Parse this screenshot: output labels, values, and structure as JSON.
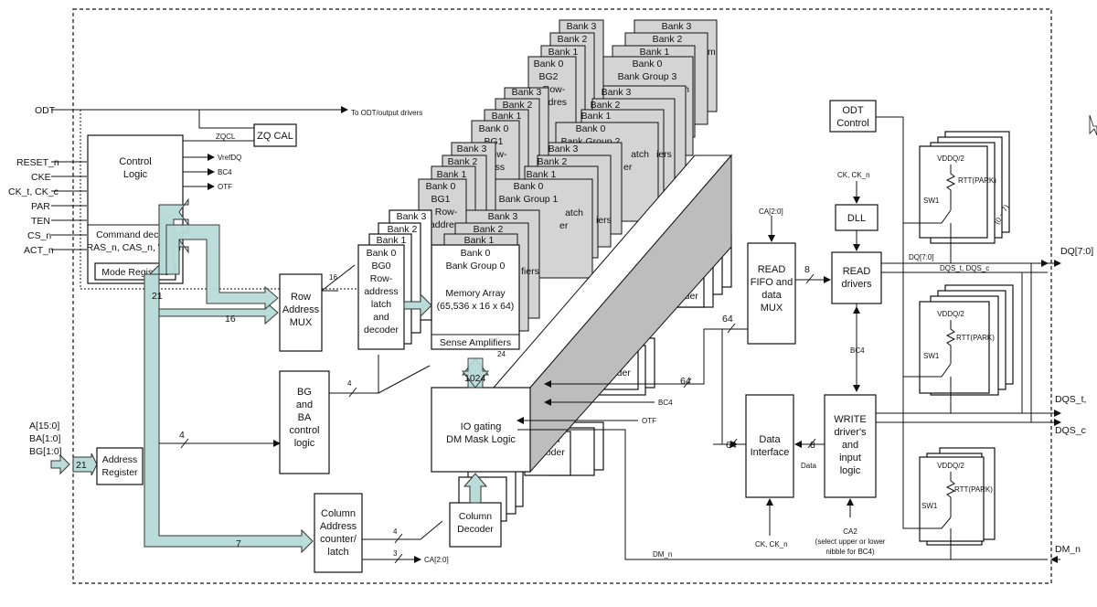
{
  "pins_left": [
    "ODT",
    "RESET_n",
    "CKE",
    "CK_t, CK_c",
    "PAR",
    "TEN",
    "CS_n",
    "ACT_n"
  ],
  "address_pins": [
    "A[15:0]",
    "BA[1:0]",
    "BG[1:0]"
  ],
  "odt_note": "To ODT/output drivers",
  "control_logic": {
    "title": [
      "Control",
      "Logic"
    ],
    "outputs": [
      "ZQCL",
      "VrefDQ",
      "BC4",
      "OTF"
    ]
  },
  "zq_cal": "ZQ CAL",
  "command_decode": [
    "Command decode",
    "RAS_n, CAS_n, WE_n"
  ],
  "mode_registers": "Mode Registers",
  "address_register": [
    "Address",
    "Register"
  ],
  "row_address_mux": [
    "Row",
    "Address",
    "MUX"
  ],
  "bg_ba_control": [
    "BG",
    "and",
    "BA",
    "control",
    "logic"
  ],
  "column_address_counter": [
    "Column",
    "Address",
    "counter/",
    "latch"
  ],
  "column_decoder": [
    "Column",
    "Decoder"
  ],
  "column_decoder_partial": [
    "olumn",
    "Decoder"
  ],
  "bg0_decoder": [
    "Bank 0",
    "BG0",
    "Row-",
    "address",
    "latch",
    "and",
    "decoder"
  ],
  "bg1_decoder": [
    "Bank 0",
    "BG1",
    "Row-",
    "addres"
  ],
  "bg2_decoder": [
    "Bank 0",
    "BG2",
    "Row-",
    "addres"
  ],
  "bg1_decoder_back": [
    "Bank 0",
    "BG1",
    "ow-",
    "ess"
  ],
  "banks": [
    "Bank 3",
    "Bank 2",
    "Bank 1"
  ],
  "bank_groups": [
    "Bank Group 0",
    "Bank Group 1",
    "Bank Group 2",
    "Bank Group 3"
  ],
  "bank0": "Bank 0",
  "memory_array": [
    "Memory Array",
    "(65,536 x 16 x 64)"
  ],
  "sense_amplifiers": "Sense Amplifiers",
  "back_fragments": {
    "latch": "atch",
    "er": "er",
    "iers": "iers",
    "fiers": "fiers",
    "m": "m"
  },
  "io_gating": [
    "IO gating",
    "DM Mask Logic"
  ],
  "read_fifo": [
    "READ",
    "FIFO and",
    "data",
    "MUX"
  ],
  "read_drivers": [
    "READ",
    "drivers"
  ],
  "data_interface": [
    "Data",
    "Interface"
  ],
  "write_drivers": [
    "WRITE",
    "driver's",
    "and",
    "input",
    "logic"
  ],
  "odt_control": [
    "ODT",
    "Control"
  ],
  "dll": "DLL",
  "ck_label": "CK, CK_n",
  "ca20": "CA[2:0]",
  "ca2_label": [
    "CA2",
    "(select upper or lower",
    "nibble for BC4)"
  ],
  "bus_widths": {
    "w16": "16",
    "w21": "21",
    "w7": "7",
    "w4": "4",
    "w3": "3",
    "w8": "8",
    "w64": "64",
    "w1024": "1024",
    "w24": "24"
  },
  "mid_signals": [
    "BC4",
    "OTF"
  ],
  "data_label": "Data",
  "dm_n": "DM_n",
  "odt_leg": {
    "vddq": "VDDQ/2",
    "rtt": "RTT(PARK)",
    "sw": "SW1",
    "range": "(0 ~ 7)"
  },
  "outputs_right": [
    "DQ[7:0]",
    "DQS_t,",
    "DQS_c",
    "DM_n"
  ],
  "dq_internal": "DQ[7:0]",
  "dqs_internal": "DQS_t, DQS_c"
}
